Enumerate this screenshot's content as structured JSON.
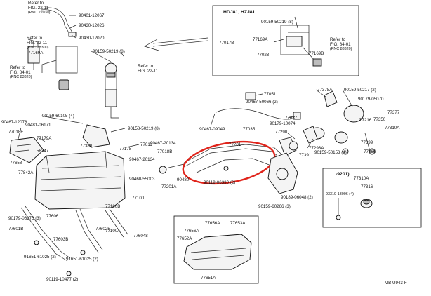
{
  "header_labels": {
    "ref_fig_22_11_a": [
      "Refer to",
      "FIG. 22-11",
      "(PNC 22030)"
    ],
    "ref_fig_22_11_b": [
      "Refer to",
      "FIG. 22-11",
      "(PNC 23300)"
    ],
    "ref_fig_84_01_a": [
      "Refer to",
      "FIG. 84-01",
      "(PNC 83320)"
    ],
    "ref_fig_22_11_c": [
      "Refer to",
      "FIG. 22-11"
    ],
    "ref_fig_84_01_b": [
      "Refer to",
      "FIG. 84-01",
      "(PNC 83320)"
    ]
  },
  "inset_top": {
    "title": "HDJ81, HZJ81",
    "labels": [
      "90159-50219 (8)",
      "77017B",
      "77169A",
      "77023",
      "77169B"
    ]
  },
  "inset_bottom": {
    "labels": [
      "77656A",
      "77653A",
      "77656A",
      "77652A",
      "77651A"
    ]
  },
  "inset_right": {
    "title": "-9201)",
    "labels": [
      "77310A",
      "93319-13006 (4)",
      "77316"
    ]
  },
  "part_labels": [
    {
      "id": "p01",
      "text": "90401-12067"
    },
    {
      "id": "p02",
      "text": "90430-12026"
    },
    {
      "id": "p03",
      "text": "90430-12020"
    },
    {
      "id": "p04",
      "text": "90159-50219 (8)"
    },
    {
      "id": "p05",
      "text": "77169A"
    },
    {
      "id": "p06",
      "text": "90159-60105 (4)"
    },
    {
      "id": "p07",
      "text": "90467-12078"
    },
    {
      "id": "p08",
      "text": "90481-06171"
    },
    {
      "id": "p09",
      "text": "77018E"
    },
    {
      "id": "p10",
      "text": "77179A"
    },
    {
      "id": "p11",
      "text": "58347"
    },
    {
      "id": "p12",
      "text": "77380"
    },
    {
      "id": "p13",
      "text": "77658"
    },
    {
      "id": "p14",
      "text": "77842A"
    },
    {
      "id": "p15",
      "text": "90158-50219 (8)"
    },
    {
      "id": "p16",
      "text": "77011"
    },
    {
      "id": "p17",
      "text": "77178"
    },
    {
      "id": "p18",
      "text": "90467-20134"
    },
    {
      "id": "p19",
      "text": "77018B"
    },
    {
      "id": "p20",
      "text": "90467-20134"
    },
    {
      "id": "p21",
      "text": "90460-55003"
    },
    {
      "id": "p22",
      "text": "77201A"
    },
    {
      "id": "p23",
      "text": "77100"
    },
    {
      "id": "p24",
      "text": "77100B"
    },
    {
      "id": "p25",
      "text": "77100A"
    },
    {
      "id": "p26",
      "text": "77606"
    },
    {
      "id": "p27",
      "text": "90179-06176 (3)"
    },
    {
      "id": "p28",
      "text": "77601B"
    },
    {
      "id": "p29",
      "text": "77602B"
    },
    {
      "id": "p30",
      "text": "77603B"
    },
    {
      "id": "p31",
      "text": "776048"
    },
    {
      "id": "p32",
      "text": "91651-61025 (2)"
    },
    {
      "id": "p33",
      "text": "91651-61025 (2)"
    },
    {
      "id": "p34",
      "text": "90119-10477 (2)"
    },
    {
      "id": "p35",
      "text": "77051"
    },
    {
      "id": "p36",
      "text": "90467-50066 (2)"
    },
    {
      "id": "p37",
      "text": "90467-09049"
    },
    {
      "id": "p38",
      "text": "77035"
    },
    {
      "id": "p39",
      "text": "77201"
    },
    {
      "id": "p40",
      "text": "90480-"
    },
    {
      "id": "p41",
      "text": "90119-06330 (2)"
    },
    {
      "id": "p42",
      "text": "77378A"
    },
    {
      "id": "p43",
      "text": "90159-50217 (2)"
    },
    {
      "id": "p44",
      "text": "90179-05070"
    },
    {
      "id": "p45",
      "text": "77377"
    },
    {
      "id": "p46",
      "text": "77216"
    },
    {
      "id": "p47",
      "text": "77350"
    },
    {
      "id": "p48",
      "text": "77310A"
    },
    {
      "id": "p49",
      "text": "77037"
    },
    {
      "id": "p50",
      "text": "90179-10074"
    },
    {
      "id": "p51",
      "text": "77290"
    },
    {
      "id": "p52",
      "text": "77293A"
    },
    {
      "id": "p53",
      "text": "77391"
    },
    {
      "id": "p54",
      "text": "90159-50153 (4)"
    },
    {
      "id": "p55",
      "text": "77399"
    },
    {
      "id": "p56",
      "text": "77366"
    },
    {
      "id": "p57",
      "text": "90189-06048 (2)"
    },
    {
      "id": "p58",
      "text": "90159-60266 (3)"
    }
  ],
  "footer_code": "MB U943-F",
  "highlight_color": "#e0241b"
}
